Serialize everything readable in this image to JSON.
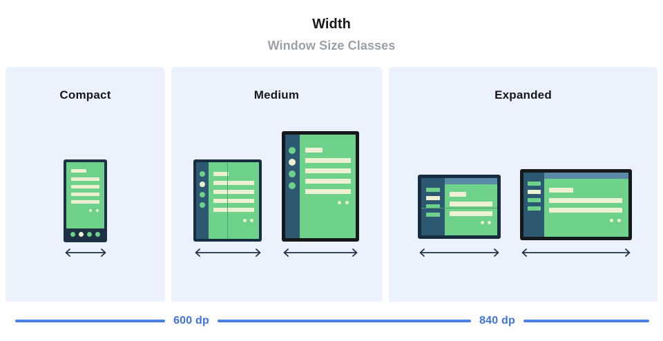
{
  "header": {
    "title": "Width",
    "subtitle": "Window Size Classes"
  },
  "panels": [
    {
      "id": "compact",
      "title": "Compact",
      "devices": [
        {
          "name": "phone",
          "type": "phone-portrait",
          "has_nav_rail": false,
          "has_bottom_nav": true,
          "nav_dots": 4,
          "active_dot_index": 1,
          "content_bars": 5,
          "content_dots": 2,
          "fold": "none"
        }
      ],
      "width_arrow": true
    },
    {
      "id": "medium",
      "title": "Medium",
      "devices": [
        {
          "name": "foldable-unfolded",
          "type": "foldable-portrait",
          "has_nav_rail": true,
          "rail_items": 4,
          "active_rail_index": 1,
          "rail_item_shape": "circle",
          "content_bars": 5,
          "content_dots": 2,
          "fold": "vertical"
        },
        {
          "name": "tablet-portrait",
          "type": "tablet-portrait",
          "has_nav_rail": true,
          "rail_items": 4,
          "active_rail_index": 1,
          "rail_item_shape": "circle",
          "content_bars": 5,
          "content_dots": 2,
          "fold": "none"
        }
      ],
      "width_arrow": true
    },
    {
      "id": "expanded",
      "title": "Expanded",
      "devices": [
        {
          "name": "foldable-landscape",
          "type": "foldable-landscape",
          "has_nav_rail": true,
          "rail_items": 4,
          "active_rail_index": 1,
          "rail_item_shape": "bar",
          "has_top_bar": true,
          "content_bars": 3,
          "content_dots": 2,
          "fold": "horizontal"
        },
        {
          "name": "tablet-landscape",
          "type": "tablet-landscape",
          "has_nav_rail": true,
          "rail_items": 4,
          "active_rail_index": 1,
          "rail_item_shape": "bar",
          "has_top_bar": true,
          "content_bars": 3,
          "content_dots": 2,
          "fold": "none"
        }
      ],
      "width_arrow": true
    }
  ],
  "breakpoints": [
    {
      "id": "bp-600",
      "label": "600 dp"
    },
    {
      "id": "bp-840",
      "label": "840 dp"
    }
  ],
  "colors": {
    "panel_background": "#ebf2fd",
    "page_background": "#ffffff",
    "title_text": "#16181b",
    "subtitle_text": "#9aa0a6",
    "device_screen_green": "#6fd28a",
    "device_content_cream": "#eef0d4",
    "device_frame_navy": "#1d3044",
    "device_frame_black": "#16181b",
    "device_nav_rail": "#2d5871",
    "device_top_bar": "#5b89a8",
    "breakpoint_blue": "#3f72e0",
    "arrow_navy": "#1d3044"
  }
}
